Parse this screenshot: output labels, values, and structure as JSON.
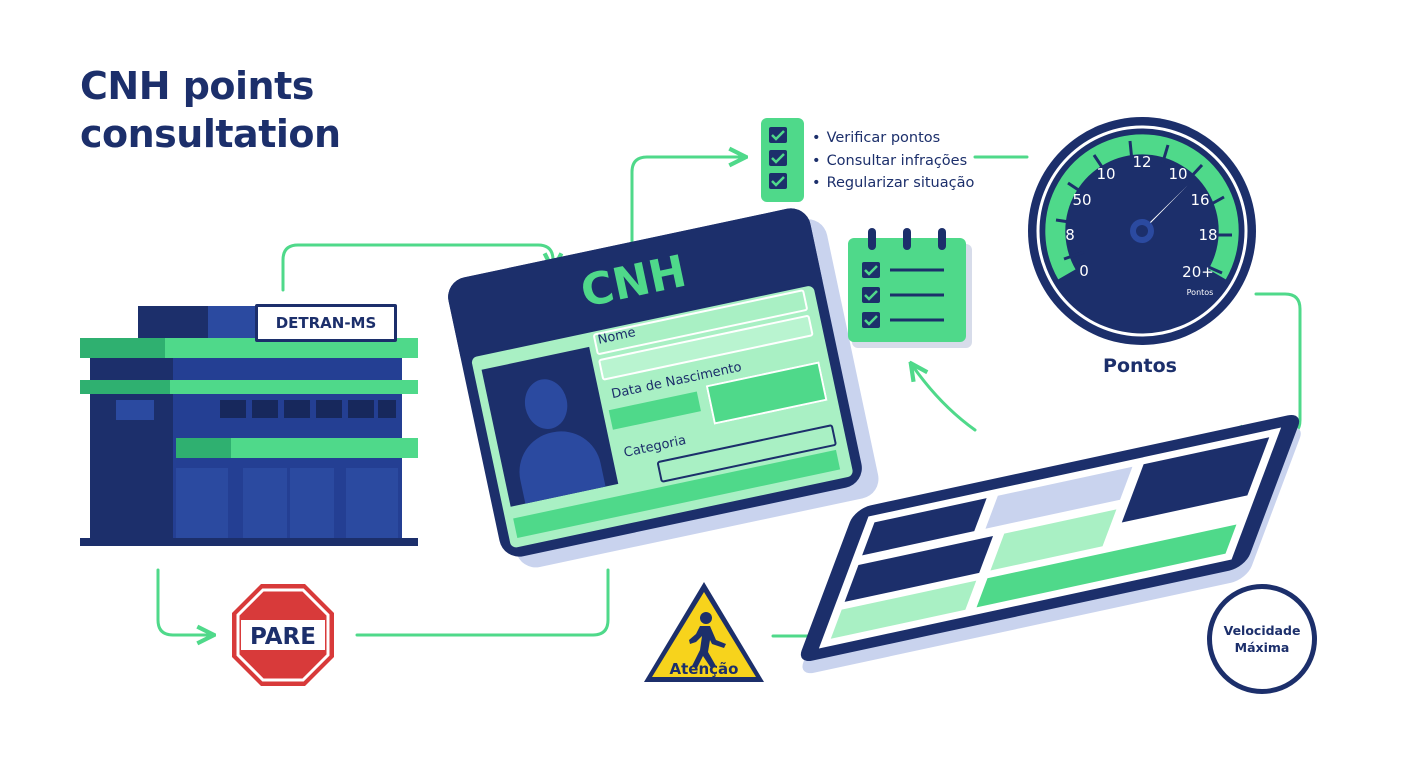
{
  "title": {
    "line1": "CNH points",
    "line2": "consultation"
  },
  "building": {
    "sign": "DETRAN-MS"
  },
  "cnh_card": {
    "heading": "CNH",
    "field_nome": "Nome",
    "field_nascimento": "Data de Nascimento",
    "field_categoria": "Categoria"
  },
  "checklist": {
    "items": [
      "Verificar pontos",
      "Consultar infrações",
      "Regularizar situação"
    ]
  },
  "gauge": {
    "tick_labels": [
      "0",
      "8",
      "50",
      "10",
      "12",
      "10",
      "16",
      "18",
      "20+"
    ],
    "unit": "Pontos",
    "caption": "Pontos"
  },
  "signs": {
    "stop": "PARE",
    "warning": "Atenção",
    "speed_line1": "Velocidade",
    "speed_line2": "Máxima"
  },
  "colors": {
    "navy": "#1c2f6b",
    "green": "#4fd98a",
    "light_green": "#a9f0c4",
    "red": "#d83a3a",
    "yellow": "#f7d31c"
  }
}
